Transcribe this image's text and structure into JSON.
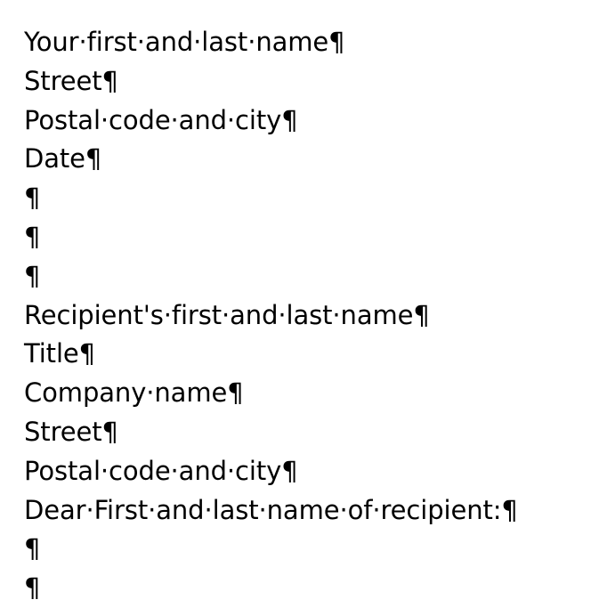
{
  "document": {
    "background_color": "#ffffff",
    "text_color": "#000000",
    "formatting_marks_visible": true,
    "marks": {
      "space": "·",
      "paragraph": "¶"
    },
    "lines": [
      {
        "text": "Your·first·and·last·name¶",
        "empty": false
      },
      {
        "text": "Street¶",
        "empty": false
      },
      {
        "text": "Postal·code·and·city¶",
        "empty": false
      },
      {
        "text": "Date¶",
        "empty": false
      },
      {
        "text": "¶",
        "empty": true
      },
      {
        "text": "¶",
        "empty": true
      },
      {
        "text": "¶",
        "empty": true
      },
      {
        "text": "Recipient's·first·and·last·name¶",
        "empty": false
      },
      {
        "text": "Title¶",
        "empty": false
      },
      {
        "text": "Company·name¶",
        "empty": false
      },
      {
        "text": "Street¶",
        "empty": false
      },
      {
        "text": "Postal·code·and·city¶",
        "empty": false
      },
      {
        "text": "Dear·First·and·last·name·of·recipient:¶",
        "empty": false
      },
      {
        "text": "¶",
        "empty": true
      },
      {
        "text": "¶",
        "empty": true
      }
    ]
  }
}
